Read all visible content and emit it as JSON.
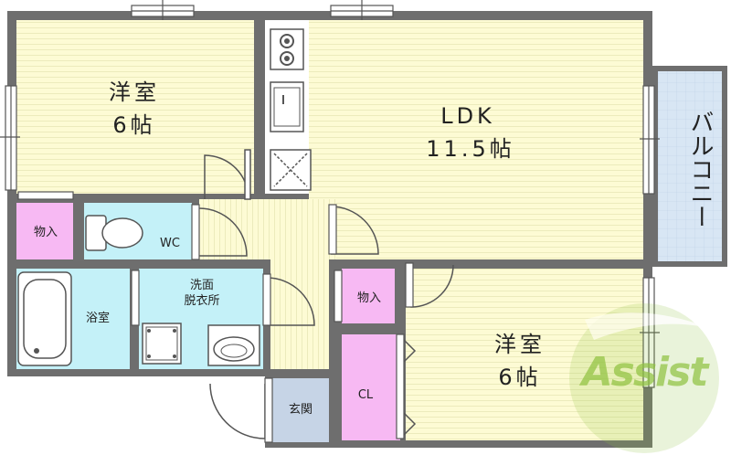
{
  "rooms": {
    "western_top": {
      "name": "洋室",
      "size": "6帖"
    },
    "ldk": {
      "name": "LDK",
      "size": "11.5帖"
    },
    "balcony": {
      "name": "バルコニー"
    },
    "storage_top": {
      "name": "物入"
    },
    "wc": {
      "name": "WC"
    },
    "bath": {
      "name": "浴室"
    },
    "washroom": {
      "name": "洗面\n脱衣所"
    },
    "storage_mid": {
      "name": "物入"
    },
    "western_bottom": {
      "name": "洋室",
      "size": "6帖"
    },
    "closet": {
      "name": "CL"
    },
    "entrance": {
      "name": "玄関"
    }
  },
  "watermark": {
    "text": "Assist"
  },
  "colors": {
    "tatami": "#fdfbd4",
    "stripe": "#ecebbc",
    "balcony": "#d8e6f4",
    "wet": "#c4f1f8",
    "storage": "#f7b9f3",
    "entrance": "#c6d4e6",
    "wall": "#6e6e6e",
    "logo": "#8fc23f"
  }
}
